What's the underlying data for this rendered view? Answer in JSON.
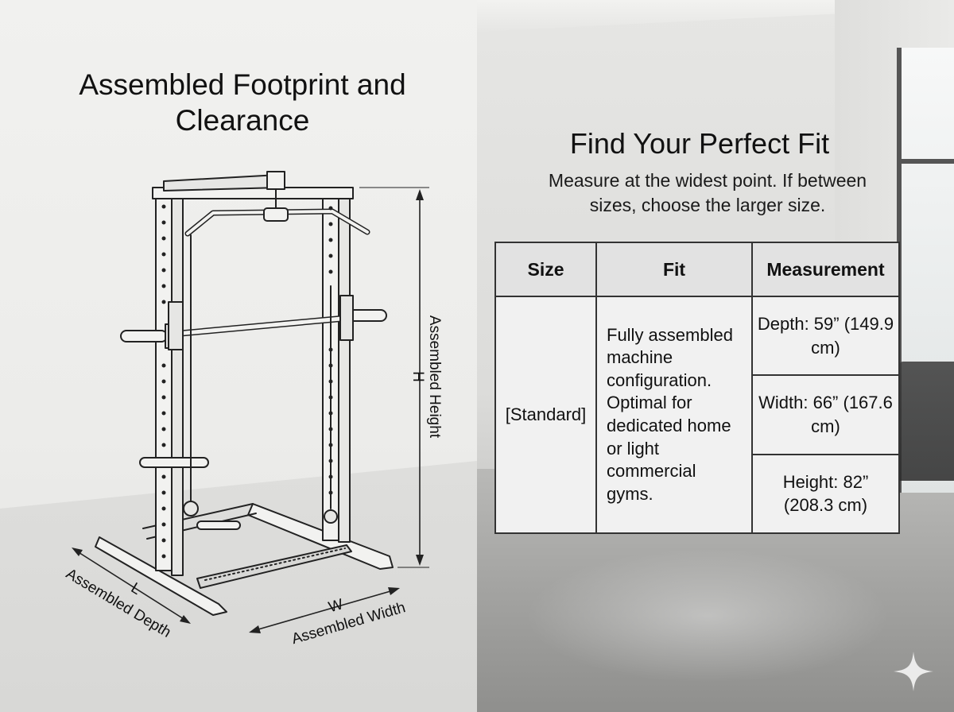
{
  "left": {
    "title": "Assembled Footprint and Clearance",
    "labels": {
      "height_letter": "H",
      "height_text": "Assembled Height",
      "depth_letter": "L",
      "depth_text": "Assembled Depth",
      "width_letter": "W",
      "width_text": "Assembled Width"
    }
  },
  "right": {
    "heading": "Find Your Perfect Fit",
    "subtitle": "Measure at the widest point. If between sizes, choose the larger size.",
    "table": {
      "headers": [
        "Size",
        "Fit",
        "Measurement"
      ],
      "size": "[Standard]",
      "fit": "Fully assembled machine configuration. Optimal for dedicated home or light commercial gyms.",
      "measurements": [
        "Depth: 59” (149.9 cm)",
        "Width: 66” (167.6 cm)",
        "Height: 82” (208.3 cm)"
      ]
    }
  },
  "colors": {
    "line": "#222222",
    "table_border": "#333333",
    "header_bg": "#e2e2e2"
  }
}
